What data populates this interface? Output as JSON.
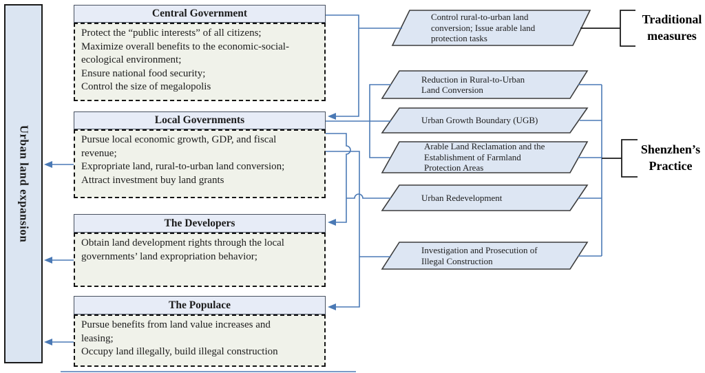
{
  "diagram": {
    "left_label": "Urban land expansion",
    "actors": [
      {
        "title": "Central Government",
        "lines": [
          "Protect the “public interests” of all citizens;",
          "Maximize overall benefits to the economic-social-",
          "ecological environment;",
          "Ensure national food security;",
          "Control the size of megalopolis"
        ]
      },
      {
        "title": "Local Governments",
        "lines": [
          "Pursue local economic growth, GDP, and fiscal",
          "revenue;",
          "Expropriate land, rural-to-urban land conversion;",
          "Attract investment buy land grants"
        ]
      },
      {
        "title": "The Developers",
        "lines": [
          "Obtain land development rights through the local",
          "governments’ land expropriation behavior;"
        ]
      },
      {
        "title": "The Populace",
        "lines": [
          "Pursue benefits from land value increases and",
          "leasing;",
          "Occupy land illegally, build illegal construction"
        ]
      }
    ],
    "measures": [
      {
        "lines": [
          "Control rural-to-urban land",
          "conversion; Issue arable land",
          "protection tasks"
        ]
      },
      {
        "lines": [
          "Reduction in Rural-to-Urban",
          "Land Conversion"
        ]
      },
      {
        "lines": [
          "Urban Growth Boundary (UGB)"
        ]
      },
      {
        "lines": [
          "Arable Land Reclamation and the",
          "Establishment of Farmland",
          "Protection Areas"
        ]
      },
      {
        "lines": [
          "Urban Redevelopment"
        ]
      },
      {
        "lines": [
          "Investigation and Prosecution of",
          "Illegal Construction"
        ]
      }
    ],
    "groups": [
      {
        "lines": [
          "Traditional",
          "measures"
        ]
      },
      {
        "lines": [
          "Shenzhen’s",
          "Practice"
        ]
      }
    ],
    "colors": {
      "connector_blue": "#4a79b5",
      "shape_fill_blue": "#dde6f3",
      "panel_fill_green": "#f0f2ea",
      "title_fill": "#e7ecf7",
      "border_dark": "#1a1a1a"
    }
  }
}
